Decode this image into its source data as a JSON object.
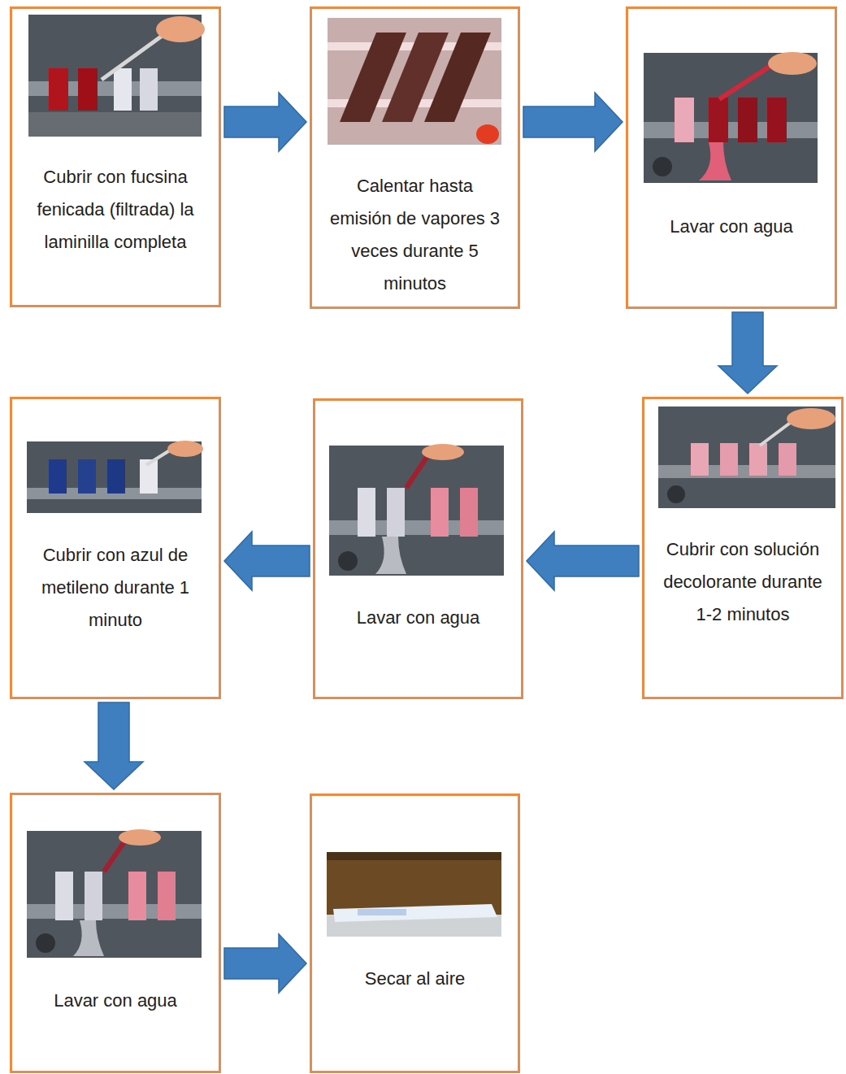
{
  "diagram": {
    "nodes": [
      {
        "text": [
          "Cubrir con fucsina fenicada (filtrada) la laminilla completa"
        ]
      },
      {
        "text": [
          "Calentar hasta emisión de vapores 3 veces durante 5 minutos"
        ]
      },
      {
        "text": [
          "Lavar con agua"
        ]
      },
      {
        "text": [
          "Cubrir con solución decolorante durante 1-2 minutos"
        ]
      },
      {
        "text": [
          "Lavar con agua"
        ]
      },
      {
        "text": [
          "Cubrir con azul de metileno durante 1 minuto"
        ]
      },
      {
        "text": [
          "Lavar con agua"
        ]
      },
      {
        "text": [
          "Secar al aire"
        ]
      }
    ],
    "edges": [
      {
        "from": 0,
        "to": 1,
        "arrow": "to"
      },
      {
        "from": 1,
        "to": 2,
        "arrow": "to"
      },
      {
        "from": 2,
        "to": 3,
        "arrow": "to"
      },
      {
        "from": 3,
        "to": 4,
        "arrow": "to"
      },
      {
        "from": 4,
        "to": 5,
        "arrow": "to"
      },
      {
        "from": 5,
        "to": 6,
        "arrow": "to"
      },
      {
        "from": 6,
        "to": 7,
        "arrow": "to"
      }
    ]
  }
}
